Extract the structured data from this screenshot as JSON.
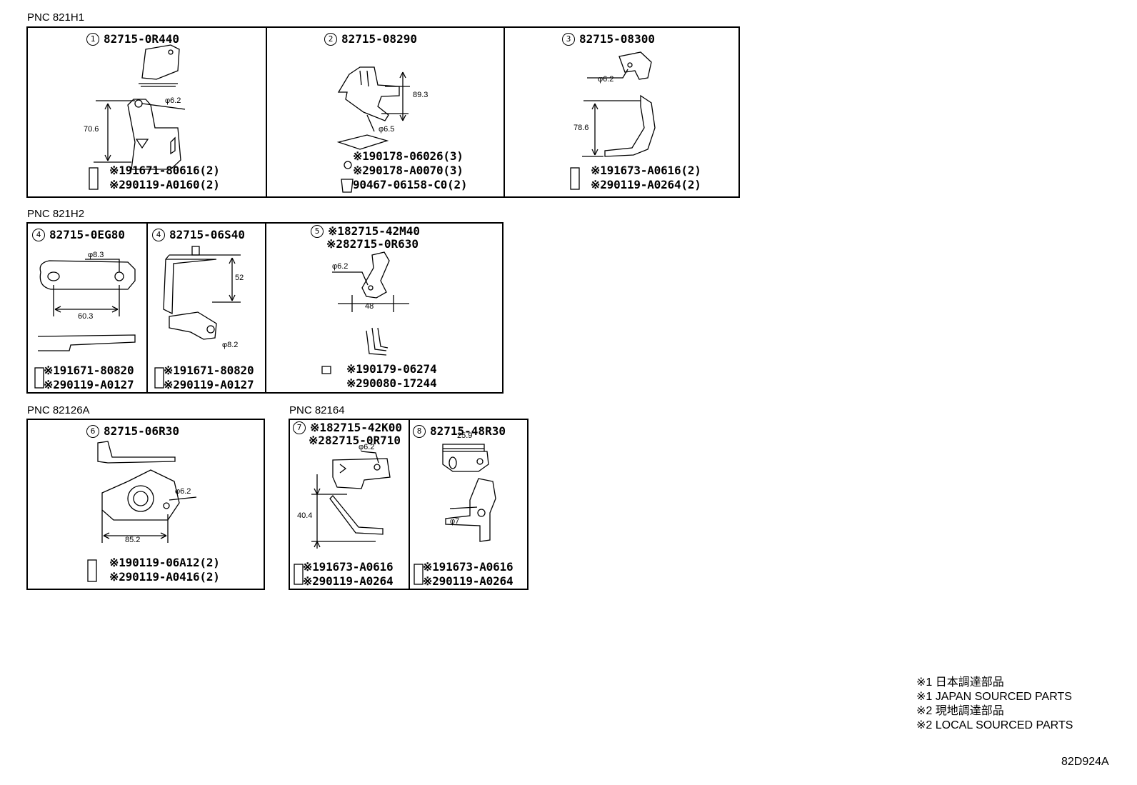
{
  "groups": [
    {
      "pnc": "PNC 821H1"
    },
    {
      "pnc": "PNC 821H2"
    },
    {
      "pnc": "PNC 82126A"
    },
    {
      "pnc": "PNC 82164"
    }
  ],
  "items": {
    "i1": {
      "num": "1",
      "header": "82715-0R440",
      "dims": [
        "φ6.2",
        "70.6"
      ],
      "parts": [
        "※191671-80616(2)",
        "※290119-A0160(2)"
      ]
    },
    "i2": {
      "num": "2",
      "header": "82715-08290",
      "dims": [
        "89.3",
        "φ6.5"
      ],
      "parts": [
        "※190178-06026(3)",
        "※290178-A0070(3)",
        "90467-06158-C0(2)"
      ]
    },
    "i3": {
      "num": "3",
      "header": "82715-08300",
      "dims": [
        "φ6.2",
        "78.6"
      ],
      "parts": [
        "※191673-A0616(2)",
        "※290119-A0264(2)"
      ]
    },
    "i4a": {
      "num": "4",
      "header": "82715-0EG80",
      "dims": [
        "φ8.3",
        "60.3"
      ],
      "parts": [
        "※191671-80820",
        "※290119-A0127"
      ]
    },
    "i4b": {
      "num": "4",
      "header": "82715-06S40",
      "dims": [
        "52",
        "φ8.2"
      ],
      "parts": [
        "※191671-80820",
        "※290119-A0127"
      ]
    },
    "i5": {
      "num": "5",
      "header": [
        "※182715-42M40",
        "※282715-0R630"
      ],
      "dims": [
        "φ6.2",
        "48"
      ],
      "parts": [
        "※190179-06274",
        "※290080-17244"
      ]
    },
    "i6": {
      "num": "6",
      "header": "82715-06R30",
      "dims": [
        "φ6.2",
        "85.2"
      ],
      "parts": [
        "※190119-06A12(2)",
        "※290119-A0416(2)"
      ]
    },
    "i7": {
      "num": "7",
      "header": [
        "※182715-42K00",
        "※282715-0R710"
      ],
      "dims": [
        "φ6.2",
        "40.4"
      ],
      "parts": [
        "※191673-A0616",
        "※290119-A0264"
      ]
    },
    "i8": {
      "num": "8",
      "header": "82715-48R30",
      "dims": [
        "25.9",
        "φ7"
      ],
      "parts": [
        "※191673-A0616",
        "※290119-A0264"
      ]
    }
  },
  "legend": [
    "※1 日本調達部品",
    "※1 JAPAN SOURCED PARTS",
    "※2 現地調達部品",
    "※2 LOCAL SOURCED PARTS"
  ],
  "drawing_code": "82D924A"
}
